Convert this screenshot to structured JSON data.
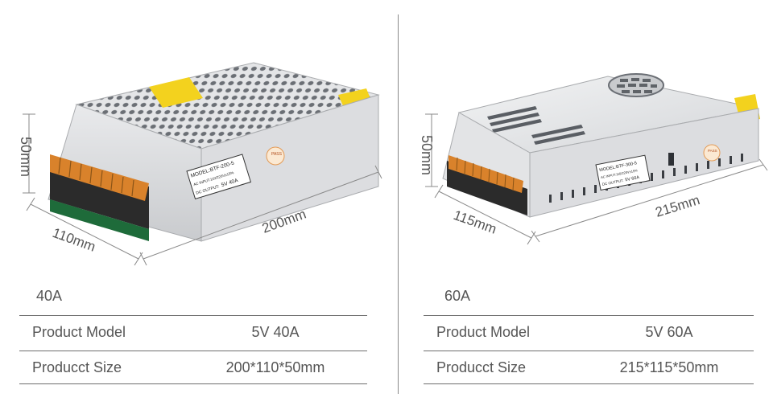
{
  "products": [
    {
      "caption": "40A",
      "dims": {
        "height": "50mm",
        "width": "110mm",
        "length": "200mm"
      },
      "label": {
        "model": "MODEL:BTF-200-5",
        "ac": "AC INPUT:110/220V±15%",
        "dc_prefix": "DC OUTPUT:",
        "dc_value": "5V 40A"
      },
      "pass": "PASS",
      "rows": [
        {
          "name": "Product Model",
          "value": "5V 40A"
        },
        {
          "name": "Producct Size",
          "value": "200*110*50mm"
        }
      ]
    },
    {
      "caption": "60A",
      "dims": {
        "height": "50mm",
        "width": "115mm",
        "length": "215mm"
      },
      "label": {
        "model": "MODEL:BTF-300-5",
        "ac": "AC INPUT:110/220V±15%",
        "dc_prefix": "DC OUTPUT:",
        "dc_value": "5V 60A"
      },
      "pass": "PASS",
      "rows": [
        {
          "name": "Product Model",
          "value": "5V 60A"
        },
        {
          "name": "Producct Size",
          "value": "215*115*50mm"
        }
      ]
    }
  ],
  "colors": {
    "metal": "#d9dadc",
    "terminal_orange": "#d9822b",
    "sticker_yellow": "#f3d21e",
    "line": "#6e6e6e"
  }
}
